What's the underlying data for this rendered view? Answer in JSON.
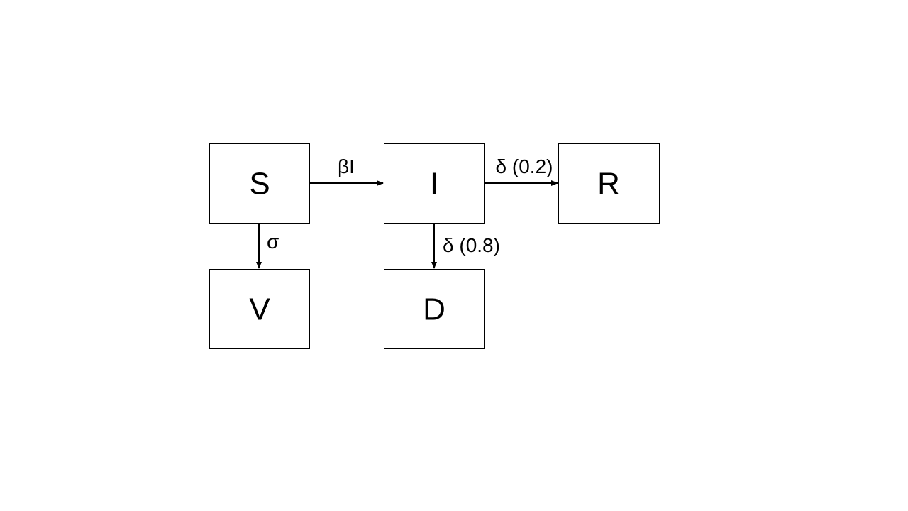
{
  "nodes": {
    "s": "S",
    "i": "I",
    "r": "R",
    "v": "V",
    "d": "D"
  },
  "edges": {
    "s_to_i": "βI",
    "i_to_r": "δ (0.2)",
    "s_to_v": "σ",
    "i_to_d": "δ (0.8)"
  },
  "colors": {
    "stroke": "#000000",
    "background": "#ffffff"
  }
}
